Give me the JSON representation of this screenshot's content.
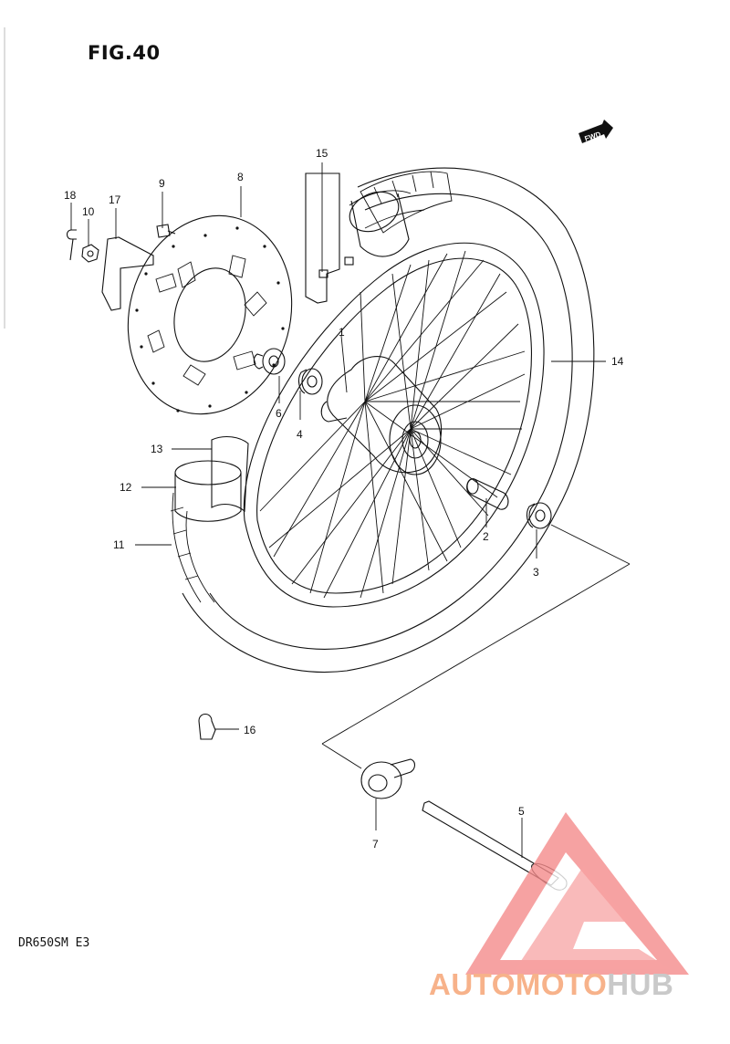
{
  "figure": {
    "title": "FIG.40",
    "model": "DR650SM E3",
    "fwd_label": "FWD"
  },
  "callouts": [
    {
      "id": "1",
      "label": "1"
    },
    {
      "id": "2",
      "label": "2"
    },
    {
      "id": "3",
      "label": "3"
    },
    {
      "id": "4",
      "label": "4"
    },
    {
      "id": "5",
      "label": "5"
    },
    {
      "id": "6",
      "label": "6"
    },
    {
      "id": "7",
      "label": "7"
    },
    {
      "id": "8",
      "label": "8"
    },
    {
      "id": "9",
      "label": "9"
    },
    {
      "id": "10",
      "label": "10"
    },
    {
      "id": "11",
      "label": "11"
    },
    {
      "id": "12",
      "label": "12"
    },
    {
      "id": "13",
      "label": "13"
    },
    {
      "id": "14",
      "label": "14"
    },
    {
      "id": "15",
      "label": "15"
    },
    {
      "id": "16",
      "label": "16"
    },
    {
      "id": "17",
      "label": "17"
    },
    {
      "id": "18",
      "label": "18"
    }
  ],
  "watermark": {
    "part1": "AUTOMOTO",
    "part2": "HUB",
    "color_primary": "#f58c8c",
    "color_secondary": "#c9c9c9"
  }
}
